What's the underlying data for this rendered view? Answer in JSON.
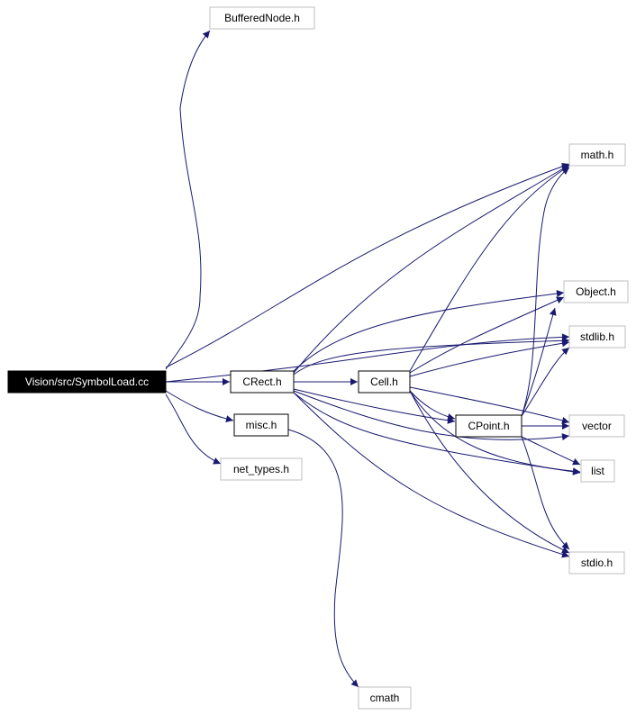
{
  "colors": {
    "edge": "#191970",
    "root_fill": "#000000",
    "root_text": "#ffffff",
    "node_border": "#000000",
    "external_border": "#bfbfbf",
    "text": "#000000"
  },
  "nodes": {
    "root": {
      "label": "Vision/src/SymbolLoad.cc"
    },
    "buffered": {
      "label": "BufferedNode.h"
    },
    "math": {
      "label": "math.h"
    },
    "object": {
      "label": "Object.h"
    },
    "stdlib": {
      "label": "stdlib.h"
    },
    "crect": {
      "label": "CRect.h"
    },
    "cell": {
      "label": "Cell.h"
    },
    "cpoint": {
      "label": "CPoint.h"
    },
    "vector": {
      "label": "vector"
    },
    "misc": {
      "label": "misc.h"
    },
    "list": {
      "label": "list"
    },
    "net_types": {
      "label": "net_types.h"
    },
    "stdio": {
      "label": "stdio.h"
    },
    "cmath": {
      "label": "cmath"
    }
  },
  "edges": [
    [
      "root",
      "buffered"
    ],
    [
      "root",
      "math"
    ],
    [
      "root",
      "stdlib"
    ],
    [
      "root",
      "crect"
    ],
    [
      "root",
      "misc"
    ],
    [
      "root",
      "net_types"
    ],
    [
      "crect",
      "math"
    ],
    [
      "crect",
      "object"
    ],
    [
      "crect",
      "stdlib"
    ],
    [
      "crect",
      "cell"
    ],
    [
      "crect",
      "cpoint"
    ],
    [
      "crect",
      "vector"
    ],
    [
      "crect",
      "list"
    ],
    [
      "crect",
      "stdio"
    ],
    [
      "cell",
      "math"
    ],
    [
      "cell",
      "object"
    ],
    [
      "cell",
      "stdlib"
    ],
    [
      "cell",
      "cpoint"
    ],
    [
      "cell",
      "vector"
    ],
    [
      "cell",
      "list"
    ],
    [
      "cell",
      "stdio"
    ],
    [
      "cpoint",
      "math"
    ],
    [
      "cpoint",
      "object"
    ],
    [
      "cpoint",
      "stdlib"
    ],
    [
      "cpoint",
      "vector"
    ],
    [
      "cpoint",
      "list"
    ],
    [
      "cpoint",
      "stdio"
    ],
    [
      "misc",
      "cmath"
    ]
  ]
}
